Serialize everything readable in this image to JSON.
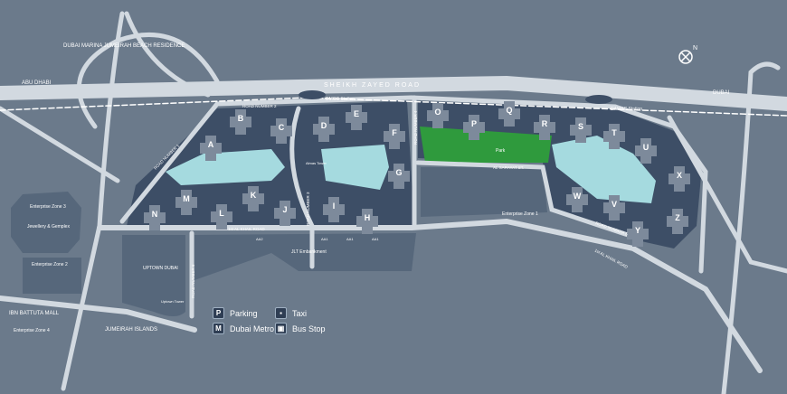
{
  "colors": {
    "background": "#6b7a8b",
    "road": "#d2d9e0",
    "district": "#3d4e66",
    "building": "#7d8a9b",
    "water": "#a5dadf",
    "park": "#2f9a3d",
    "plot": "#56677b"
  },
  "highway": {
    "name": "SHEIKH ZAYED ROAD",
    "west": "ABU DHABI",
    "east": "DUBAI",
    "north": "DUBAI MARINA JUMEIRAH BEACH RESIDENCE"
  },
  "stations": [
    "DMCC Station",
    "DAMAC Station"
  ],
  "roads": {
    "r1": "ROAD NUMBER 1",
    "r2": "ROAD NUMBER 2",
    "r3": "ROAD NUMBER 3",
    "r4": "ROAD NUMBER 4",
    "r5": "ROAD NUMBER 5",
    "r6": "ROAD NUMBER 6",
    "al_sarayat": "AL SARAYAT ST.",
    "khail": "1st AL KHAIL ROAD"
  },
  "zones": {
    "z1": "Enterprise Zone 1",
    "z2": "Enterprise Zone 2",
    "z3": "Enterprise Zone 3",
    "z4": "Enterprise Zone 4",
    "gemplex": "Jewellery & Gemplex",
    "uptown": "UPTOWN DUBAI",
    "uptown_tower": "Uptown Tower",
    "ibn": "IBN BATTUTA MALL",
    "islands": "JUMEIRAH ISLANDS",
    "embankment": "JLT Embankment",
    "almas": "Almas Tower",
    "park": "Park"
  },
  "plots": [
    "AA2",
    "AA1",
    "AA1",
    "AA1"
  ],
  "clusters": [
    "A",
    "B",
    "C",
    "D",
    "E",
    "F",
    "G",
    "H",
    "I",
    "J",
    "K",
    "L",
    "M",
    "N",
    "O",
    "P",
    "Q",
    "R",
    "S",
    "T",
    "U",
    "V",
    "W",
    "X",
    "Y",
    "Z"
  ],
  "compass": "N",
  "legend": [
    {
      "icon": "parking-icon",
      "glyph": "P",
      "label": "Parking"
    },
    {
      "icon": "taxi-icon",
      "glyph": "🚕",
      "label": "Taxi"
    },
    {
      "icon": "metro-icon",
      "glyph": "M",
      "label": "Dubai Metro"
    },
    {
      "icon": "bus-icon",
      "glyph": "▣",
      "label": "Bus Stop"
    }
  ]
}
